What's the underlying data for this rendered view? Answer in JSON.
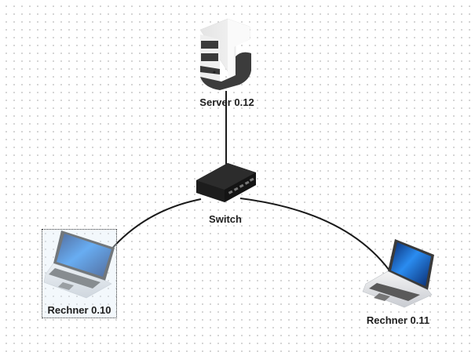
{
  "diagram": {
    "nodes": [
      {
        "id": "server",
        "label": "Server 0.12",
        "type": "server-icon"
      },
      {
        "id": "switch",
        "label": "Switch",
        "type": "switch-icon"
      },
      {
        "id": "pc10",
        "label": "Rechner 0.10",
        "type": "laptop-icon",
        "selected": true
      },
      {
        "id": "pc11",
        "label": "Rechner 0.11",
        "type": "laptop-icon",
        "selected": false
      }
    ],
    "edges": [
      {
        "from": "server",
        "to": "switch"
      },
      {
        "from": "switch",
        "to": "pc10"
      },
      {
        "from": "switch",
        "to": "pc11"
      }
    ],
    "colors": {
      "edge": "#1a1a1a",
      "laptop_screen": "#1e6fd9",
      "switch_body": "#1c1c1c",
      "server_body": "#3a3a3a"
    }
  }
}
